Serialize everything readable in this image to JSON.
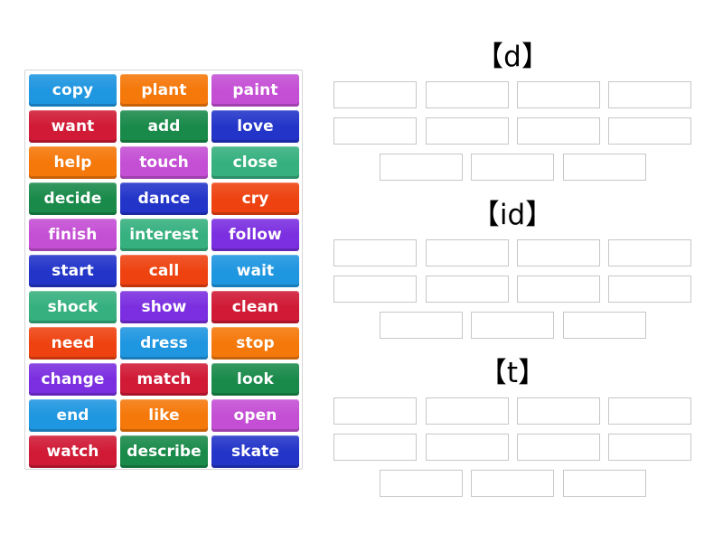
{
  "tiles": [
    {
      "label": "copy",
      "color": "#1f96e0"
    },
    {
      "label": "plant",
      "color": "#f5780a"
    },
    {
      "label": "paint",
      "color": "#c44fd4"
    },
    {
      "label": "want",
      "color": "#d01a36"
    },
    {
      "label": "add",
      "color": "#1a8a4a"
    },
    {
      "label": "love",
      "color": "#2335c9"
    },
    {
      "label": "help",
      "color": "#f5780a"
    },
    {
      "label": "touch",
      "color": "#c44fd4"
    },
    {
      "label": "close",
      "color": "#36b07e"
    },
    {
      "label": "decide",
      "color": "#1a8a4a"
    },
    {
      "label": "dance",
      "color": "#2335c9"
    },
    {
      "label": "cry",
      "color": "#ee4311"
    },
    {
      "label": "finish",
      "color": "#c44fd4"
    },
    {
      "label": "interest",
      "color": "#36b07e"
    },
    {
      "label": "follow",
      "color": "#7b2fe0"
    },
    {
      "label": "start",
      "color": "#2335c9"
    },
    {
      "label": "call",
      "color": "#ee4311"
    },
    {
      "label": "wait",
      "color": "#1f96e0"
    },
    {
      "label": "shock",
      "color": "#36b07e"
    },
    {
      "label": "show",
      "color": "#7b2fe0"
    },
    {
      "label": "clean",
      "color": "#d01a36"
    },
    {
      "label": "need",
      "color": "#ee4311"
    },
    {
      "label": "dress",
      "color": "#1f96e0"
    },
    {
      "label": "stop",
      "color": "#f5780a"
    },
    {
      "label": "change",
      "color": "#7b2fe0"
    },
    {
      "label": "match",
      "color": "#d01a36"
    },
    {
      "label": "look",
      "color": "#1a8a4a"
    },
    {
      "label": "end",
      "color": "#1f96e0"
    },
    {
      "label": "like",
      "color": "#f5780a"
    },
    {
      "label": "open",
      "color": "#c44fd4"
    },
    {
      "label": "watch",
      "color": "#d01a36"
    },
    {
      "label": "describe",
      "color": "#1a8a4a"
    },
    {
      "label": "skate",
      "color": "#2335c9"
    }
  ],
  "groups": [
    {
      "title": "【d】",
      "slots": 11
    },
    {
      "title": "【id】",
      "slots": 11
    },
    {
      "title": "【t】",
      "slots": 11
    }
  ]
}
